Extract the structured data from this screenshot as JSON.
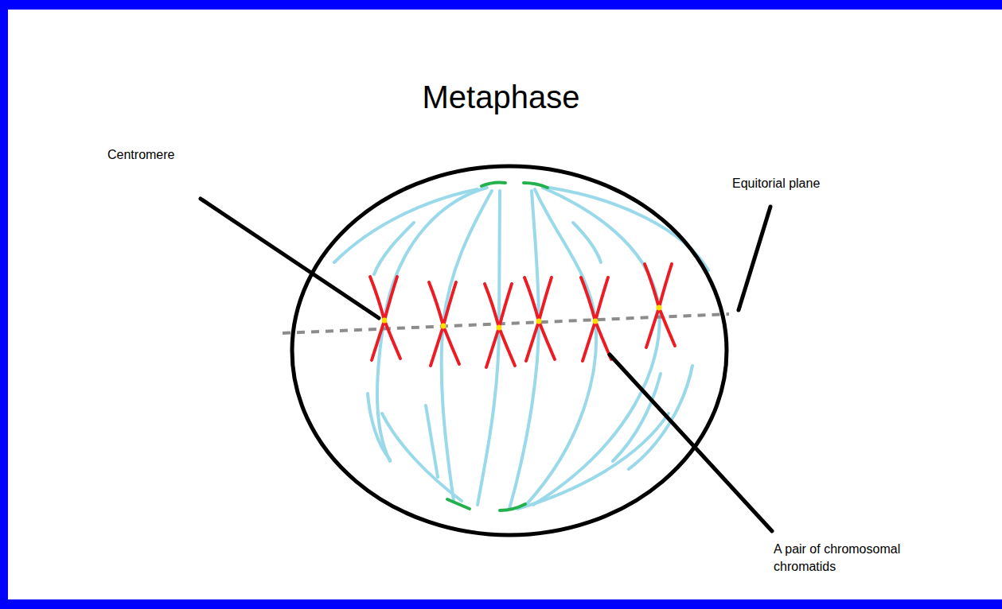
{
  "diagram": {
    "title": "Metaphase",
    "labels": [
      "Centromere",
      "Equitorial plane",
      "A pair of chromosomal chromatids"
    ]
  }
}
